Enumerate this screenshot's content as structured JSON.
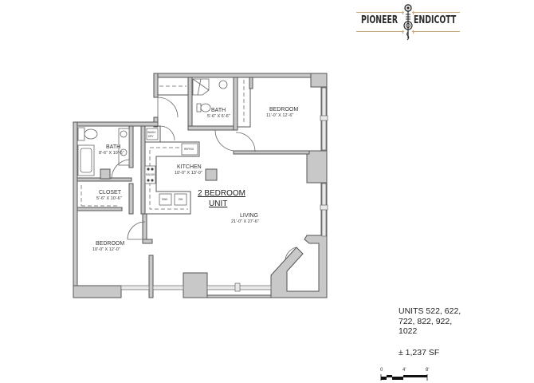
{
  "brand": {
    "left_word": "PIONEER",
    "right_word": "ENDICOTT",
    "accent_color": "#c9a979",
    "text_color": "#2b2b2b"
  },
  "unit": {
    "title_line1": "2 BEDROOM",
    "title_line2": "UNIT"
  },
  "rooms": {
    "bath_1": {
      "name": "BATH",
      "dims": "5'-6\" X 6'-6\""
    },
    "bedroom_1": {
      "name": "BEDROOM",
      "dims": "11'-0\" X 12'-6\""
    },
    "bath_2": {
      "name": "BATH",
      "dims": "8'-6\" X 10'-6\""
    },
    "closet": {
      "name": "CLOSET",
      "dims": "5'-6\" X 10'-6\""
    },
    "kitchen": {
      "name": "KITCHEN",
      "dims": "10'-0\" X 13'-0\""
    },
    "living": {
      "name": "LIVING",
      "dims": "21'-0\" X 27'-6\""
    },
    "bedroom_2": {
      "name": "BEDROOM",
      "dims": "10'-0\" X 12'-0\""
    }
  },
  "appliances": {
    "washer_dryer": [
      "WASH/",
      "DRY"
    ],
    "fridge": "REFRIG",
    "range": "RANGE",
    "sink": "SINK",
    "dishwasher": "DW"
  },
  "info": {
    "units_line1": "UNITS 522, 622,",
    "units_line2": "722, 822, 922,",
    "units_line3": "1022",
    "square_feet": "± 1,237 SF"
  },
  "scale_bar": {
    "ticks": [
      "0",
      "4'",
      "8'"
    ]
  },
  "colors": {
    "wall_fill": "#c8c8c8",
    "wall_stroke": "#555555"
  }
}
